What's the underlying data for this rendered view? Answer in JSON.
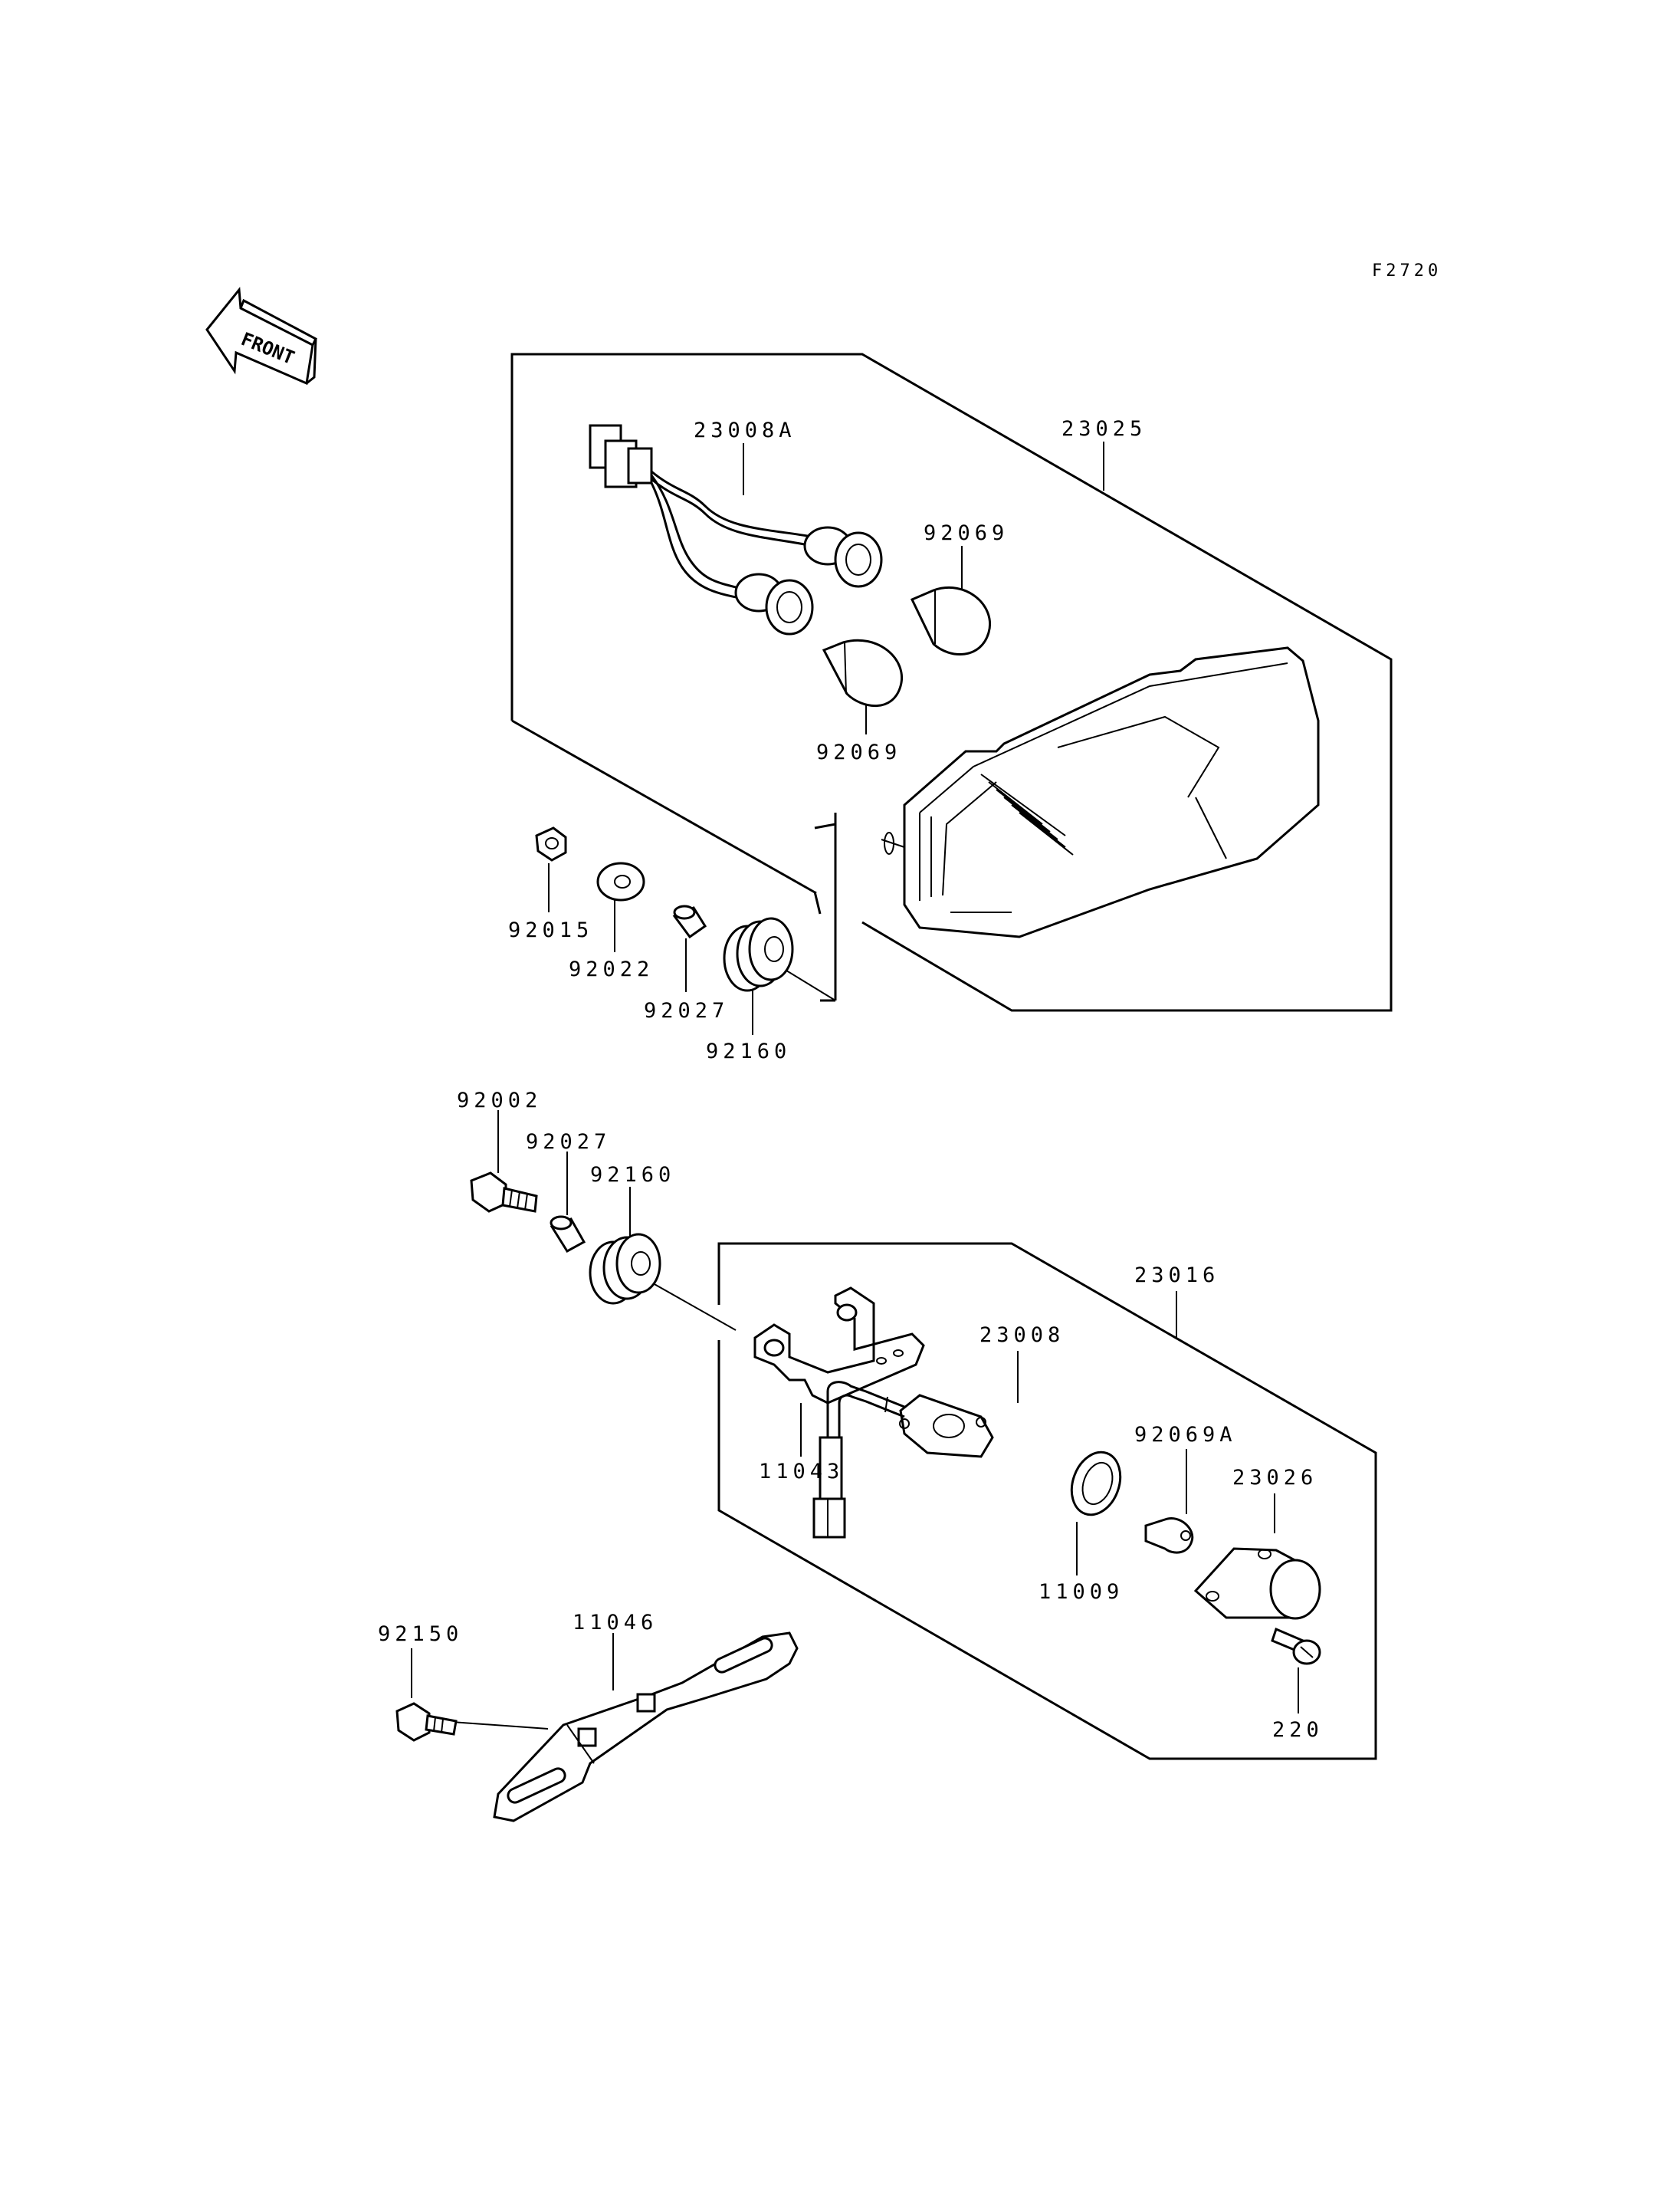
{
  "figure_code": "F2720",
  "front_label": "FRONT",
  "part_labels": {
    "p23025": "23025",
    "p23008A": "23008A",
    "p92069_upper": "92069",
    "p92069_lower": "92069",
    "p92015": "92015",
    "p92022": "92022",
    "p92027_top": "92027",
    "p92160_top": "92160",
    "p92002": "92002",
    "p92027_mid": "92027",
    "p92160_mid": "92160",
    "p23016": "23016",
    "p23008": "23008",
    "p11043": "11043",
    "p92069A": "92069A",
    "p23026": "23026",
    "p11009": "11009",
    "p220": "220",
    "p92150": "92150",
    "p11046": "11046"
  }
}
